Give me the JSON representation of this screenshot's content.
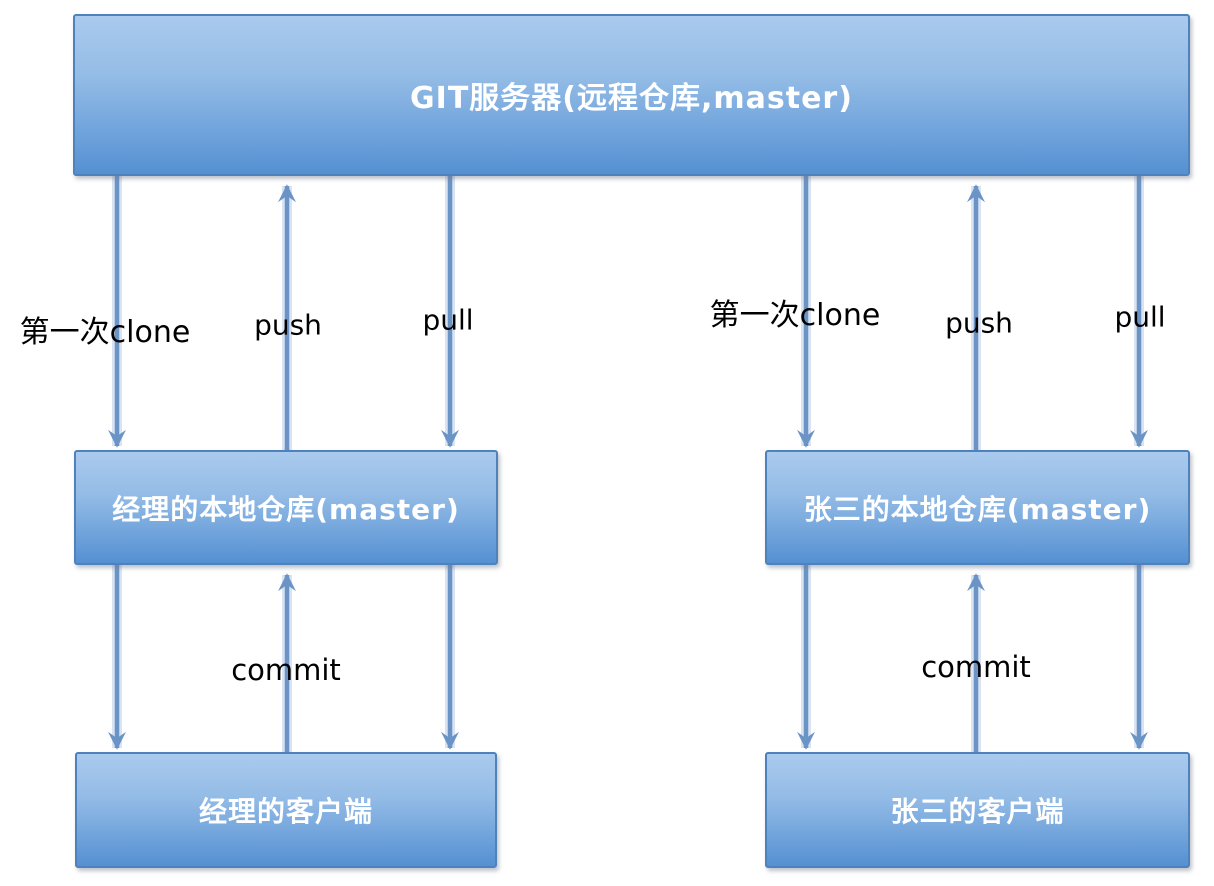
{
  "boxes": {
    "server": "GIT服务器(远程仓库,master)",
    "manager_repo": "经理的本地仓库(master)",
    "zhangsan_repo": "张三的本地仓库(master)",
    "manager_client": "经理的客户端",
    "zhangsan_client": "张三的客户端"
  },
  "edges": {
    "left": {
      "clone": "第一次clone",
      "push": "push",
      "pull": "pull",
      "commit": "commit"
    },
    "right": {
      "clone": "第一次clone",
      "push": "push",
      "pull": "pull",
      "commit": "commit"
    }
  },
  "colors": {
    "box_fill_top": "#aacaee",
    "box_fill_bottom": "#5590d2",
    "box_border": "#4f81bd",
    "box_text": "#ffffff",
    "arrow": "#6b94c6",
    "label_text": "#000000",
    "background": "#ffffff"
  }
}
